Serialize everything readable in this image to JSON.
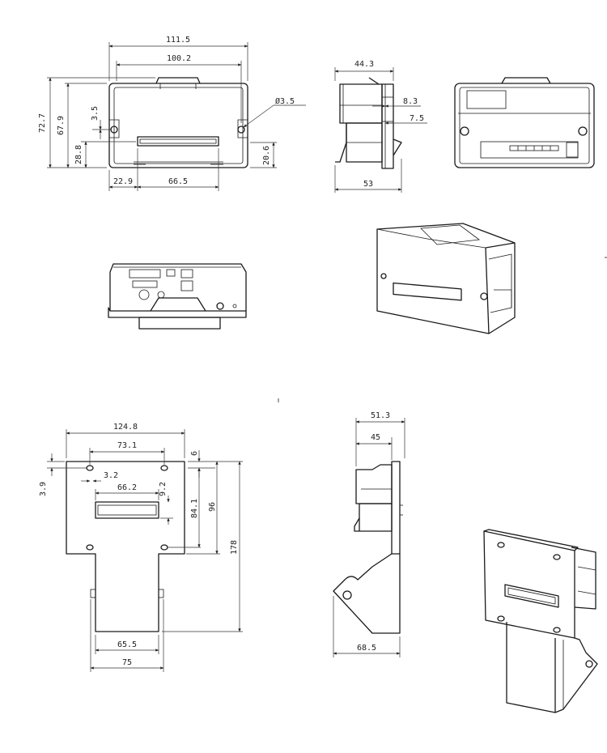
{
  "views": {
    "front": {
      "dims": {
        "overall_width": "111.5",
        "body_width": "100.2",
        "overall_height": "72.7",
        "body_height": "67.9",
        "slot_height": "28.8",
        "hole_offset": "3.5",
        "hole_diameter": "Ø3.5",
        "right_hole_height": "20.6",
        "left_offset": "22.9",
        "slot_width": "66.5"
      }
    },
    "side": {
      "dims": {
        "depth_top": "44.3",
        "tab_depth": "8.3",
        "rear_depth": "7.5",
        "overall_depth": "53"
      }
    },
    "bracket_front": {
      "dims": {
        "plate_width": "124.8",
        "hole_spacing": "73.1",
        "hole_offset_x": "3.2",
        "hole_offset_left": "3.9",
        "slot_width": "66.2",
        "slot_offset": "9.2",
        "top_offset": "6",
        "hole_height": "84.1",
        "plate_height": "96",
        "overall_height": "178",
        "leg_inner_width": "65.5",
        "leg_outer_width": "75"
      }
    },
    "bracket_side": {
      "dims": {
        "top_depth": "51.3",
        "module_depth": "45",
        "bottom_depth": "68.5"
      }
    }
  }
}
